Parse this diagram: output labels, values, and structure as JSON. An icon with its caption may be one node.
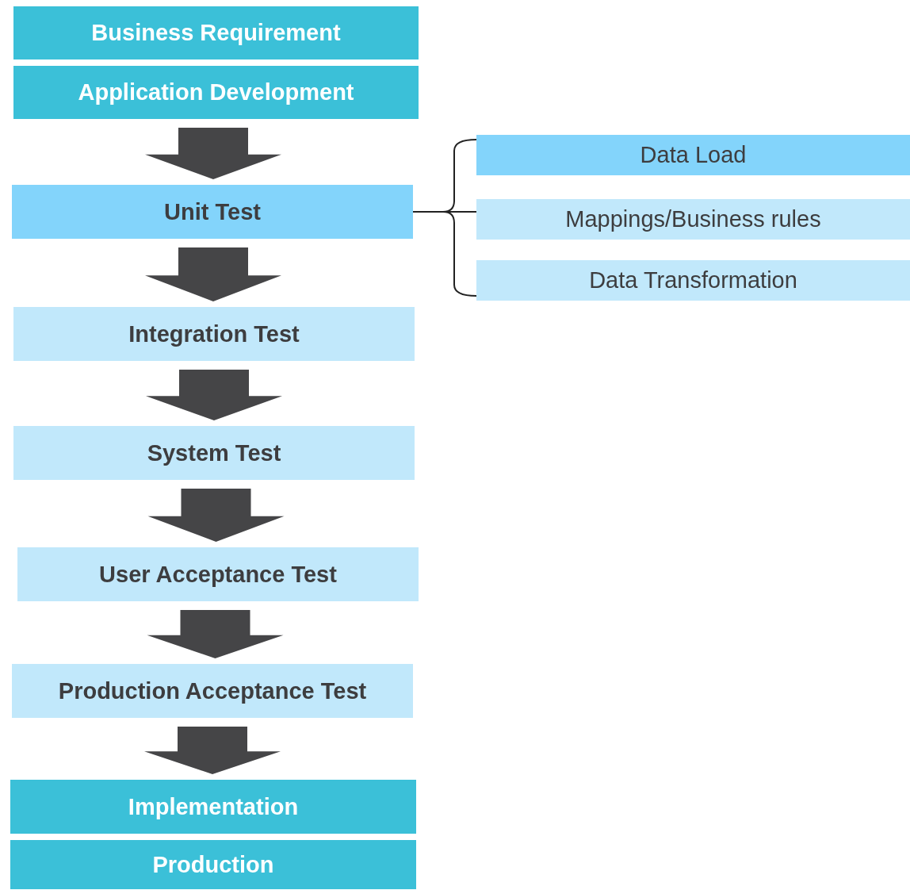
{
  "diagram": {
    "nodes": [
      {
        "text": [
          "Business Requirement"
        ]
      },
      {
        "text": [
          "Application Development"
        ]
      },
      {
        "text": [
          "Unit Test"
        ]
      },
      {
        "text": [
          "Integration Test"
        ]
      },
      {
        "text": [
          "System Test"
        ]
      },
      {
        "text": [
          "User Acceptance Test"
        ]
      },
      {
        "text": [
          "Production Acceptance Test"
        ]
      },
      {
        "text": [
          "Implementation"
        ]
      },
      {
        "text": [
          "Production"
        ]
      },
      {
        "text": [
          "Data Load"
        ]
      },
      {
        "text": [
          "Mappings/Business rules"
        ]
      },
      {
        "text": [
          "Data Transformation"
        ]
      }
    ],
    "edges": [
      {
        "from": 1,
        "to": 2,
        "arrow": "to",
        "style": "thick"
      },
      {
        "from": 2,
        "to": 3,
        "arrow": "to",
        "style": "thick"
      },
      {
        "from": 3,
        "to": 4,
        "arrow": "to",
        "style": "thick"
      },
      {
        "from": 4,
        "to": 5,
        "arrow": "to",
        "style": "thick"
      },
      {
        "from": 5,
        "to": 6,
        "arrow": "to",
        "style": "thick"
      },
      {
        "from": 6,
        "to": 7,
        "arrow": "to",
        "style": "thick"
      },
      {
        "from": 2,
        "to": 9,
        "arrow": "none"
      },
      {
        "from": 2,
        "to": 10,
        "arrow": "none"
      },
      {
        "from": 2,
        "to": 11,
        "arrow": "none"
      }
    ]
  }
}
